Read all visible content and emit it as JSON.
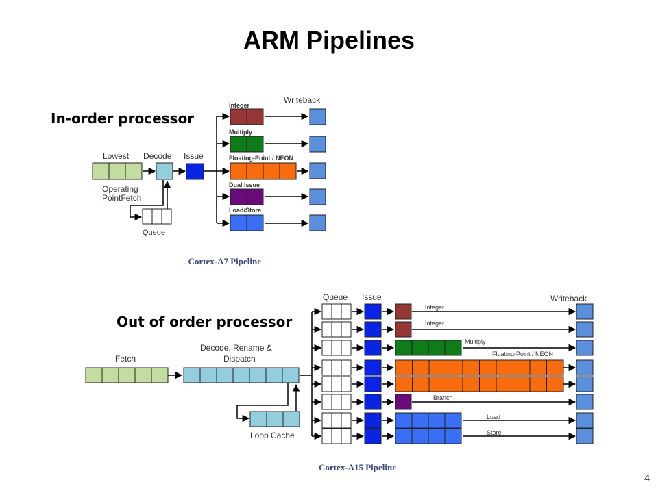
{
  "title": "ARM Pipelines",
  "slide_number": "4",
  "colors": {
    "fetch": "#c3dca0",
    "decode": "#94cddc",
    "issue": "#0a24e6",
    "integer": "#953735",
    "multiply": "#0f7b19",
    "fp_neon": "#f86c10",
    "dual_issue": "#6a0b7a",
    "load_store": "#3a6ff5",
    "writeback": "#5b8fdc",
    "queue": "#ffffff"
  },
  "a7": {
    "heading": "In-order  processor",
    "caption_prefix": ".",
    "caption": "Cortex-A7 Pipeline",
    "lowest": "Lowest",
    "decode": "Decode",
    "issue": "Issue",
    "writeback": "Writeback",
    "operating": "Operating",
    "point_fetch": "PointFetch",
    "queue": "Queue",
    "integer": "Integer",
    "multiply": "Multiply",
    "fp_neon": "Floating-Point / NEON",
    "dual_issue": "Dual Issue",
    "load_store": "Load/Store"
  },
  "a15": {
    "heading": "Out of order processor",
    "caption": "Cortex-A15 Pipeline",
    "queue": "Queue",
    "issue": "Issue",
    "writeback": "Writeback",
    "fetch": "Fetch",
    "decode_line1": "Decode, Rename &",
    "decode_line2": "Dispatch",
    "loop_cache": "Loop Cache",
    "integer1": "Integer",
    "integer2": "Integer",
    "multiply": "Multiply",
    "fp_neon": "Floating-Point / NEON",
    "branch": "Branch",
    "load": "Load",
    "store": "Store"
  }
}
